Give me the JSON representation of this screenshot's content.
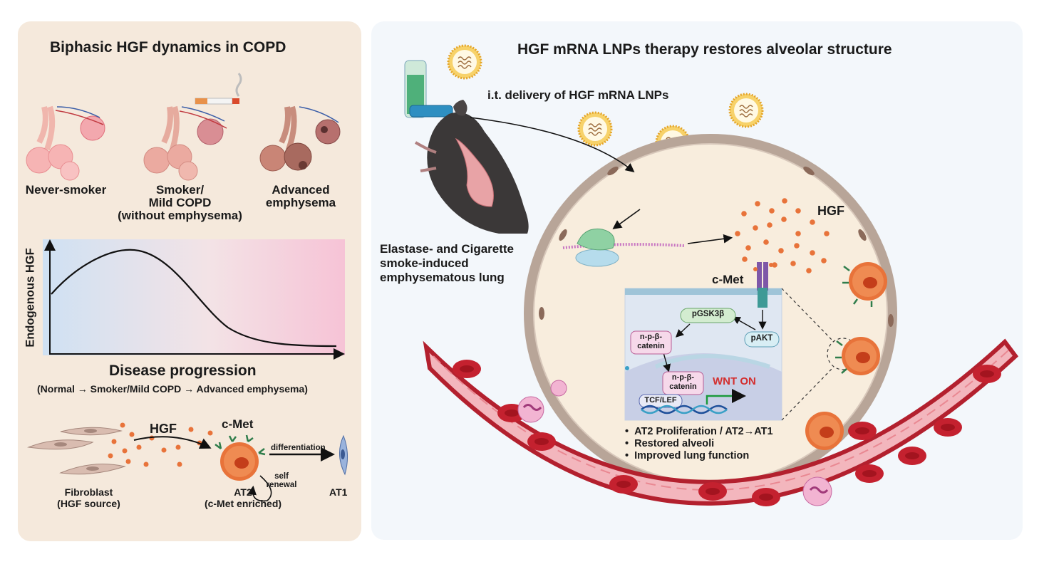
{
  "left": {
    "title": "Biphasic HGF dynamics in COPD",
    "stages": [
      {
        "label_lines": [
          "Never-smoker"
        ]
      },
      {
        "label_lines": [
          "Smoker/",
          "Mild COPD",
          "(without emphysema)"
        ]
      },
      {
        "label_lines": [
          "Advanced",
          "emphysema"
        ]
      }
    ],
    "chart": {
      "ylabel": "Endogenous HGF",
      "xlabel": "Disease progression",
      "xsubtitle": "(Normal → Smoker/Mild COPD → Advanced emphysema)"
    },
    "cells": {
      "hgf": "HGF",
      "cmet": "c-Met",
      "differentiation": "differentiation",
      "self_renewal_lines": [
        "self",
        "renewal"
      ],
      "fibroblast_lines": [
        "Fibroblast",
        "(HGF source)"
      ],
      "at2_lines": [
        "AT2",
        "(c-Met enriched)"
      ],
      "at1": "AT1"
    }
  },
  "right": {
    "title": "HGF mRNA LNPs therapy restores alveolar structure",
    "delivery": "i.t. delivery of HGF mRNA LNPs",
    "model_lines": [
      "Elastase- and Cigarette",
      "smoke-induced",
      "emphysematous lung"
    ],
    "hgf": "HGF",
    "cmet": "c-Met",
    "signaling": {
      "pgsk": "pGSK3β",
      "pakt": "pAKT",
      "npb1_lines": [
        "n-p-β-",
        "catenin"
      ],
      "npb2_lines": [
        "n-p-β-",
        "catenin"
      ],
      "wnt": "WNT ON",
      "tcf": "TCF/LEF"
    },
    "outcomes": [
      "AT2 Proliferation / AT2→AT1",
      "Restored alveoli",
      "Improved lung function"
    ]
  },
  "colors": {
    "left_bg": "#f5e9dc",
    "right_bg": "#f3f7fb",
    "vessel": "#b3202e",
    "rbc": "#c4212f",
    "at2_cell": "#e8733a",
    "lnp": "#f2c14e",
    "wnt_text": "#d32f2f"
  },
  "icons": [
    "lung-icon",
    "cigarette-icon",
    "inhaler-icon",
    "mouse-icon",
    "lnp-icon",
    "ribosome-icon",
    "receptor-icon",
    "dna-icon",
    "fibroblast-icon",
    "at2-cell-icon",
    "at1-cell-icon",
    "red-blood-cell-icon",
    "neutrophil-icon"
  ]
}
